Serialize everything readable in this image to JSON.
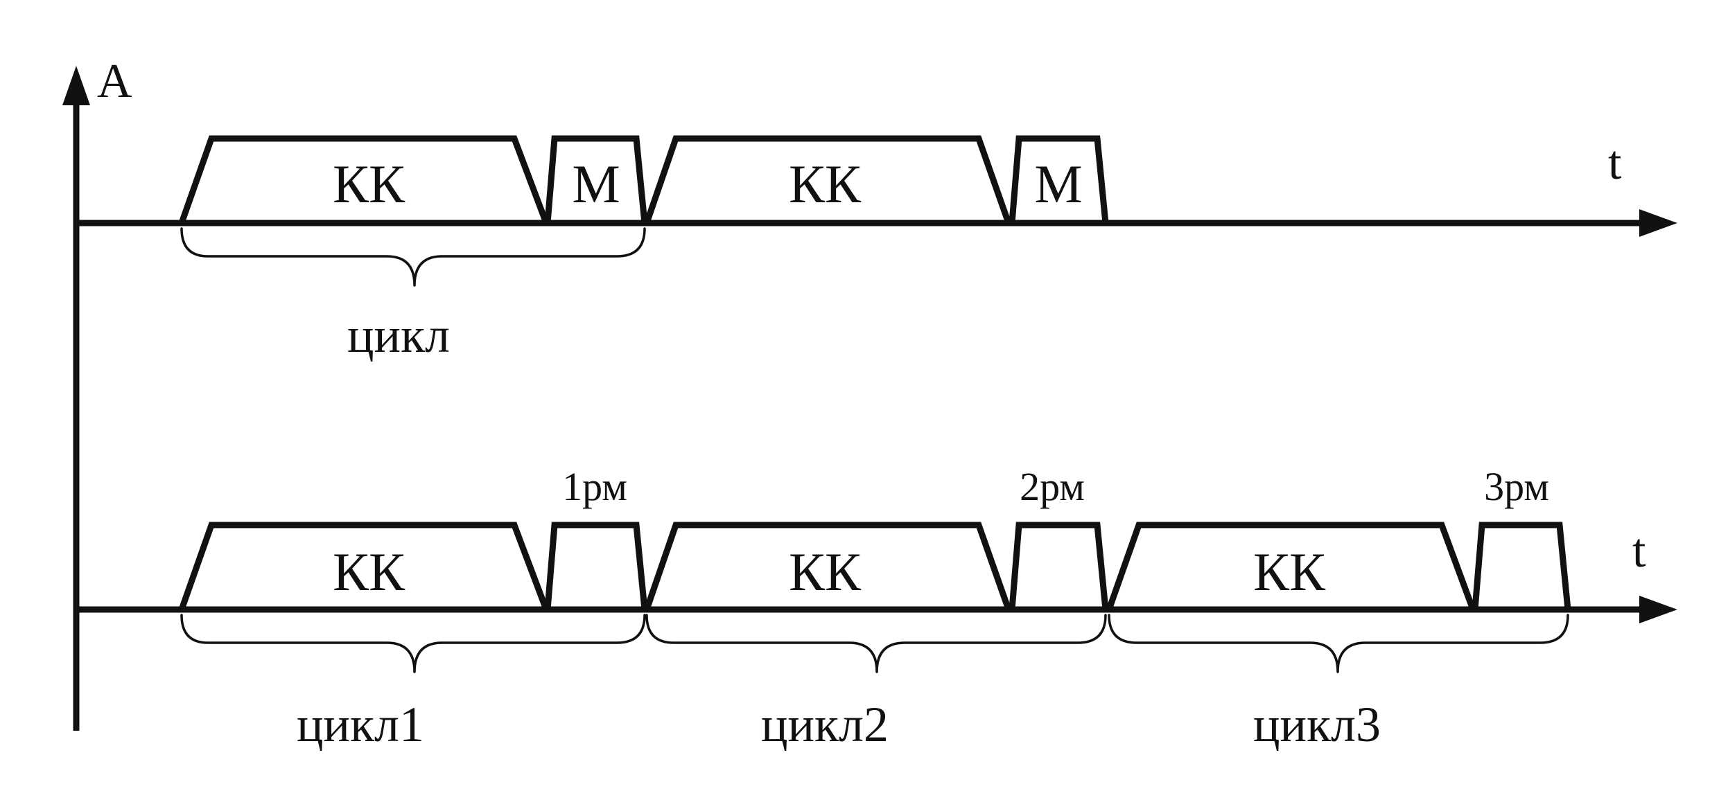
{
  "axes": {
    "y_label": "A",
    "x_label": "t"
  },
  "rows": [
    {
      "pulses": [
        {
          "label": "КК",
          "kind": "long"
        },
        {
          "label": "M",
          "kind": "short"
        },
        {
          "label": "КК",
          "kind": "long"
        },
        {
          "label": "M",
          "kind": "short"
        }
      ],
      "braces": [
        {
          "label": "цикл"
        }
      ]
    },
    {
      "pulses": [
        {
          "label": "КК",
          "kind": "long"
        },
        {
          "label": "",
          "kind": "short",
          "top_label": "1рм"
        },
        {
          "label": "КК",
          "kind": "long"
        },
        {
          "label": "",
          "kind": "short",
          "top_label": "2рм"
        },
        {
          "label": "КК",
          "kind": "long"
        },
        {
          "label": "",
          "kind": "short",
          "top_label": "3рм"
        }
      ],
      "braces": [
        {
          "label": "цикл1"
        },
        {
          "label": "цикл2"
        },
        {
          "label": "цикл3"
        }
      ]
    }
  ],
  "colors": {
    "ink": "#111111",
    "background": "#ffffff"
  }
}
